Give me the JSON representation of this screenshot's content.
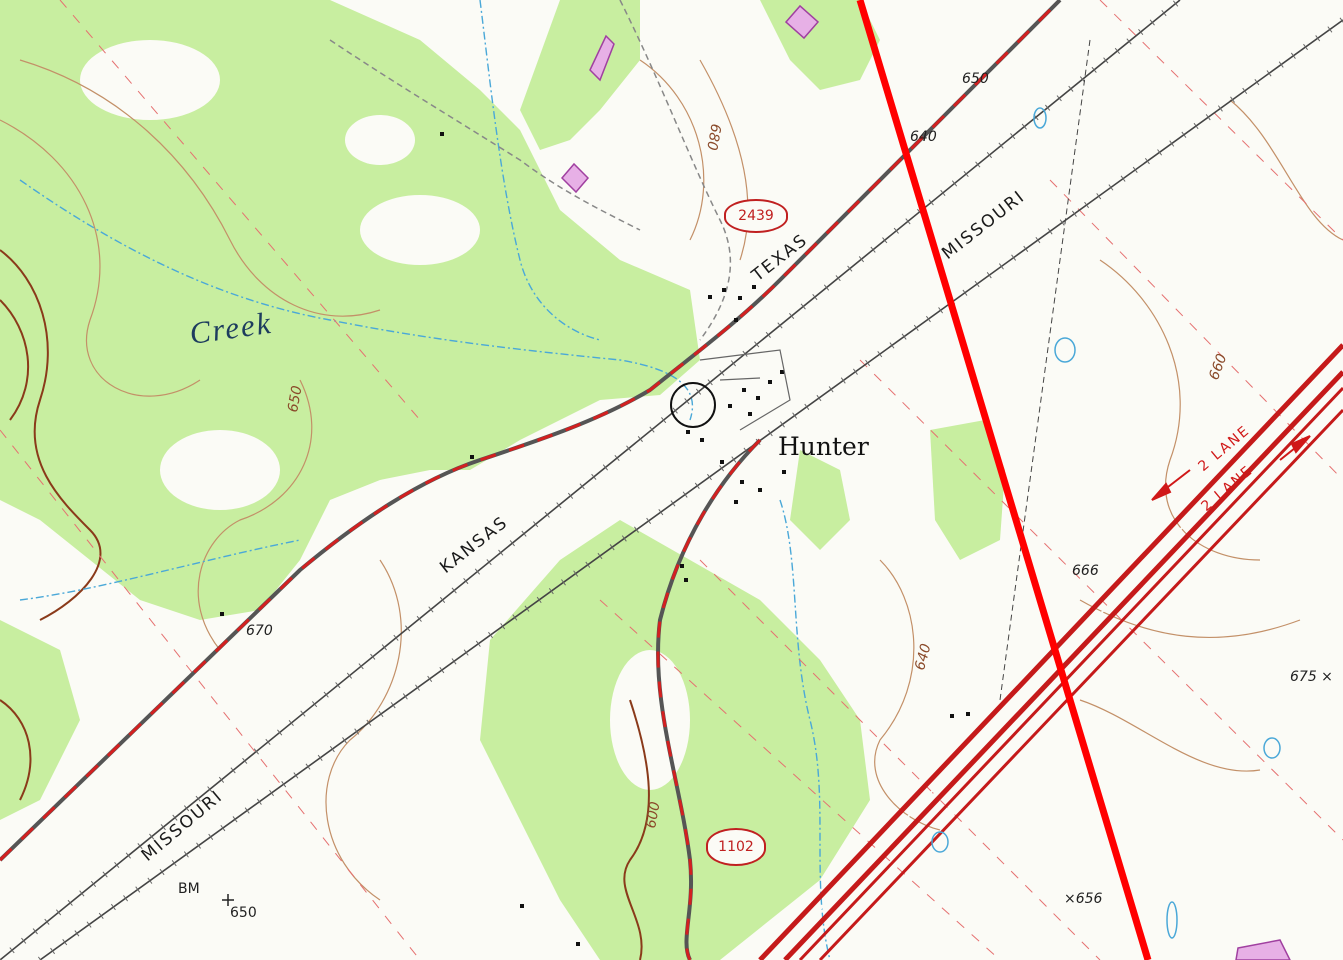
{
  "map": {
    "town_name": "Hunter",
    "stream_name": "Creek",
    "railroad_words": [
      "TEXAS",
      "MISSOURI",
      "KANSAS",
      "MISSOURI"
    ],
    "route_shields": [
      "2439",
      "1102"
    ],
    "lane_labels": [
      "2 LANE",
      "2 LANE"
    ],
    "elevation_labels": [
      "650",
      "640",
      "680",
      "660",
      "650",
      "670",
      "666",
      "675 ×",
      "640",
      "600",
      "×656"
    ],
    "benchmark": {
      "label": "BM",
      "value": "650"
    },
    "colors": {
      "paper": "#fbfbf6",
      "vegetation": "#c8eea0",
      "contour": "#b07a4a",
      "index_contour": "#8a3a1a",
      "road_red": "#d32020",
      "water": "#4aa8d8",
      "overlay_line": "#ff0000"
    }
  }
}
